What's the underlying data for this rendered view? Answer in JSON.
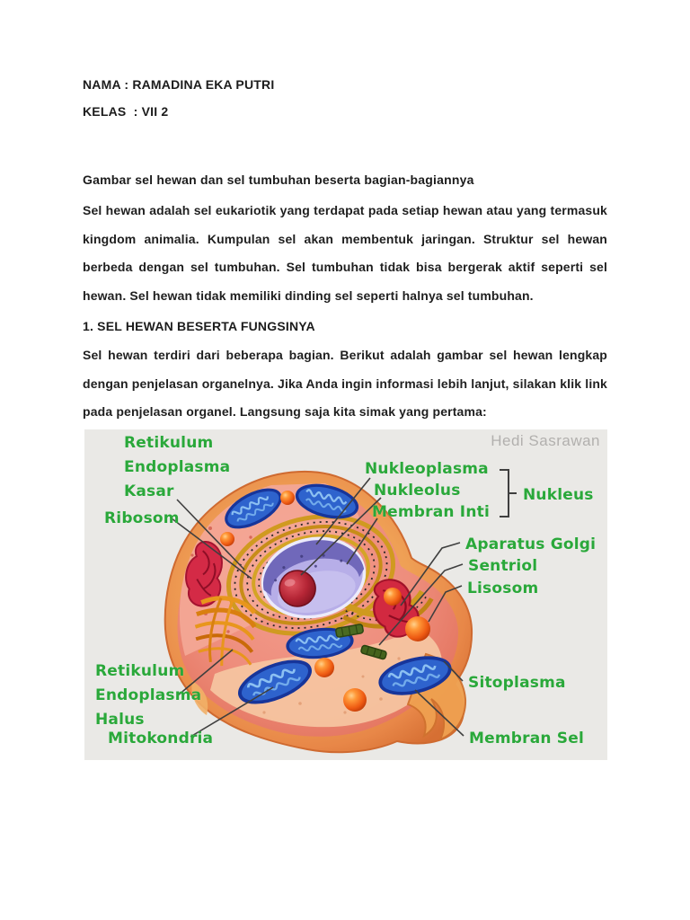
{
  "header": {
    "name_line": "NAMA : RAMADINA EKA PUTRI",
    "class_line": "KELAS  : VII 2"
  },
  "intro": {
    "heading": "Gambar sel hewan dan sel tumbuhan beserta bagian-bagiannya",
    "body": "Sel hewan adalah sel eukariotik yang terdapat pada setiap hewan atau yang termasuk kingdom animalia. Kumpulan sel akan membentuk jaringan. Struktur sel hewan berbeda dengan sel tumbuhan. Sel tumbuhan tidak bisa bergerak aktif seperti sel hewan. Sel hewan tidak memiliki dinding sel seperti halnya sel tumbuhan."
  },
  "section1": {
    "heading": "1. SEL HEWAN BESERTA FUNGSINYA",
    "body": "Sel hewan terdiri dari beberapa bagian. Berikut adalah gambar sel hewan lengkap dengan penjelasan organelnya. Jika Anda ingin informasi lebih lanjut, silakan klik link pada penjelasan organel. Langsung saja kita simak yang pertama:"
  },
  "figure": {
    "watermark": "Hedi Sasrawan",
    "label_color": "#2aa83a",
    "background": "#eae9e6",
    "labels": {
      "re_kasar": "Retikulum\nEndoplasma\nKasar",
      "ribosom": "Ribosom",
      "nukleoplasma": "Nukleoplasma",
      "nukleolus": "Nukleolus",
      "membran_inti": "Membran Inti",
      "nukleus": "Nukleus",
      "aparatus_golgi": "Aparatus Golgi",
      "sentriol": "Sentriol",
      "lisosom": "Lisosom",
      "sitoplasma": "Sitoplasma",
      "membran_sel": "Membran Sel",
      "re_halus": "Retikulum\nEndoplasma\nHalus",
      "mitokondria": "Mitokondria"
    }
  }
}
